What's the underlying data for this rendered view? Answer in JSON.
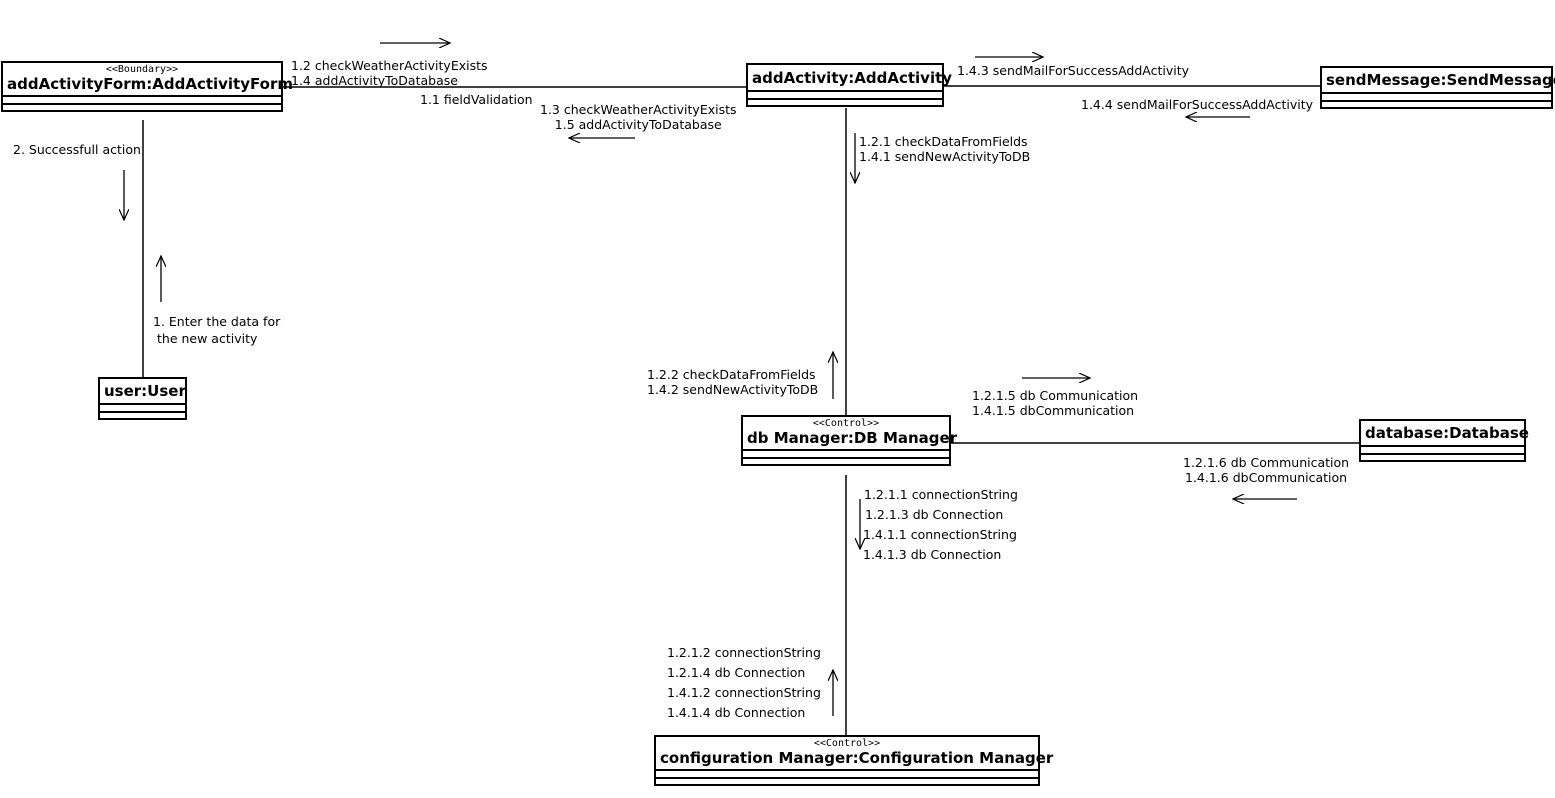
{
  "objects": {
    "add_activity_form": {
      "stereotype": "<<Boundary>>",
      "name": "addActivityForm:AddActivityForm"
    },
    "add_activity": {
      "name": "addActivity:AddActivity"
    },
    "send_message": {
      "name": "sendMessage:SendMessage"
    },
    "user": {
      "name": "user:User"
    },
    "db_manager": {
      "stereotype": "<<Control>>",
      "name": "db Manager:DB Manager"
    },
    "database": {
      "name": "database:Database"
    },
    "config_manager": {
      "stereotype": "<<Control>>",
      "name": "configuration Manager:Configuration Manager"
    }
  },
  "messages": {
    "form_to_activity": [
      "1.2 checkWeatherActivityExists",
      "1.4 addActivityToDatabase"
    ],
    "field_validation": "1.1 fieldValidation",
    "activity_to_form": [
      "1.3 checkWeatherActivityExists",
      "1.5 addActivityToDatabase"
    ],
    "activity_to_message": "1.4.3 sendMailForSuccessAddActivity",
    "message_to_activity": "1.4.4 sendMailForSuccessAddActivity",
    "activity_to_db": [
      "1.2.1 checkDataFromFields",
      "1.4.1 sendNewActivityToDB"
    ],
    "db_to_activity": [
      "1.2.2 checkDataFromFields",
      "1.4.2 sendNewActivityToDB"
    ],
    "db_to_database": [
      "1.2.1.5 db Communication",
      "1.4.1.5 dbCommunication"
    ],
    "database_to_db": [
      "1.2.1.6 db Communication",
      "1.4.1.6 dbCommunication"
    ],
    "db_to_config": [
      "1.2.1.1 connectionString",
      "1.2.1.3 db Connection",
      "1.4.1.1 connectionString",
      "1.4.1.3 db Connection"
    ],
    "config_to_db": [
      "1.2.1.2 connectionString",
      "1.2.1.4 db Connection",
      "1.4.1.2 connectionString",
      "1.4.1.4 db Connection"
    ],
    "form_to_user": "2. Successfull action",
    "user_to_form": [
      "1. Enter the data for",
      "the new activity"
    ]
  }
}
